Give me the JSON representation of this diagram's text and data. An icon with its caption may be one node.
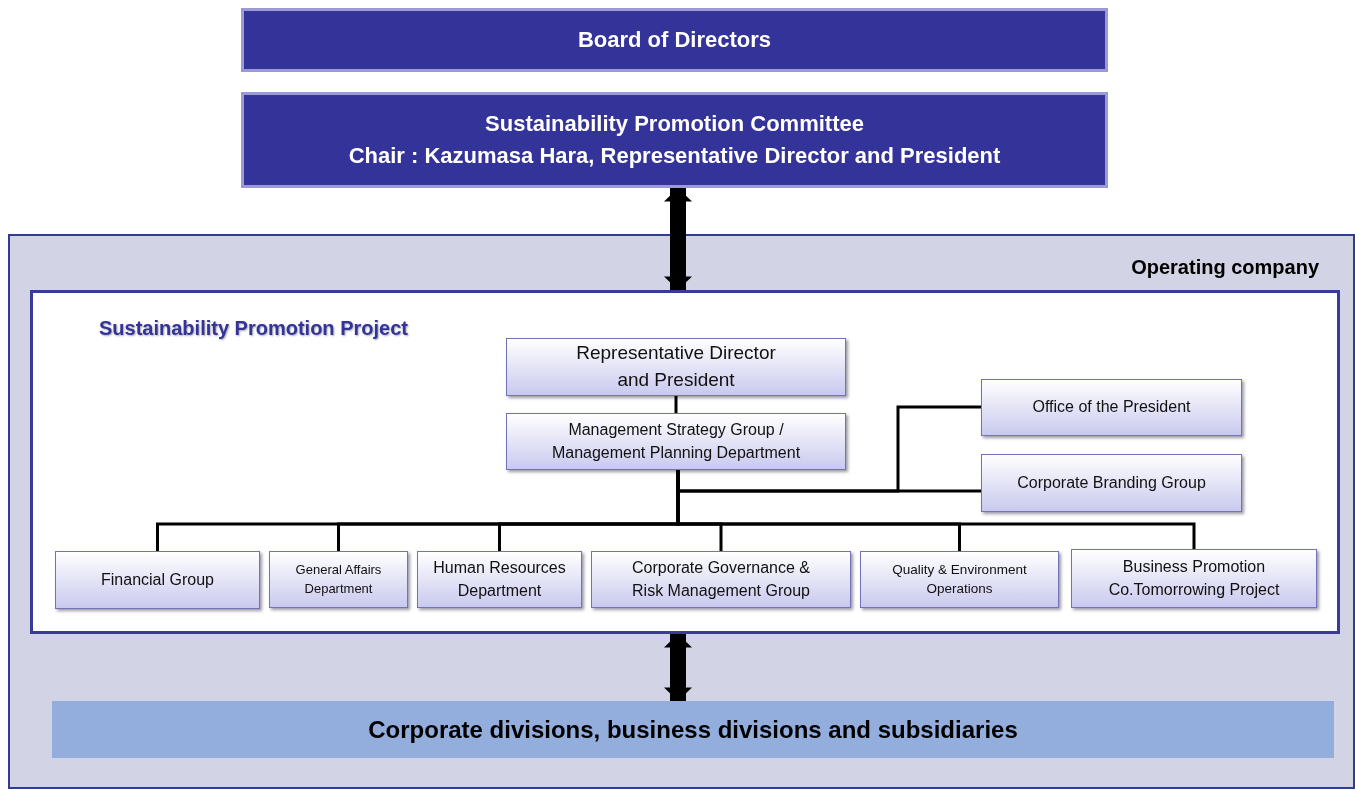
{
  "diagram": {
    "nodes": [
      {
        "text": [
          "Board of Directors"
        ]
      },
      {
        "text": [
          "Sustainability Promotion Committee",
          "Chair : Kazumasa Hara, Representative Director and President"
        ]
      },
      {
        "text": [
          "Operating company"
        ]
      },
      {
        "text": [
          "Sustainability Promotion Project"
        ],
        "in": 2
      },
      {
        "text": [
          "Representative Director and President"
        ],
        "in": 3
      },
      {
        "text": [
          "Management Strategy Group / Management Planning Department"
        ],
        "in": 3
      },
      {
        "text": [
          "Office of the President"
        ],
        "in": 3
      },
      {
        "text": [
          "Corporate Branding Group"
        ],
        "in": 3
      },
      {
        "text": [
          "Financial Group"
        ],
        "in": 3
      },
      {
        "text": [
          "General Affairs Department"
        ],
        "in": 3
      },
      {
        "text": [
          "Human Resources Department"
        ],
        "in": 3
      },
      {
        "text": [
          "Corporate Governance & Risk Management Group"
        ],
        "in": 3
      },
      {
        "text": [
          "Quality & Environment Operations"
        ],
        "in": 3
      },
      {
        "text": [
          "Business Promotion Co.Tomorrowing Project"
        ],
        "in": 3
      },
      {
        "text": [
          "Corporate divisions, business divisions and subsidiaries"
        ],
        "in": 2
      }
    ],
    "edges": [
      {
        "from": 1,
        "to": 3,
        "arrow": "both",
        "style": "thick"
      },
      {
        "from": 3,
        "to": 14,
        "arrow": "both",
        "style": "thick"
      },
      {
        "from": 4,
        "to": 5,
        "arrow": "none"
      },
      {
        "from": 5,
        "to": 6,
        "arrow": "none"
      },
      {
        "from": 5,
        "to": 7,
        "arrow": "none"
      },
      {
        "from": 5,
        "to": 8,
        "arrow": "none"
      },
      {
        "from": 5,
        "to": 9,
        "arrow": "none"
      },
      {
        "from": 5,
        "to": 10,
        "arrow": "none"
      },
      {
        "from": 5,
        "to": 11,
        "arrow": "none"
      },
      {
        "from": 5,
        "to": 12,
        "arrow": "none"
      },
      {
        "from": 5,
        "to": 13,
        "arrow": "none"
      }
    ]
  }
}
